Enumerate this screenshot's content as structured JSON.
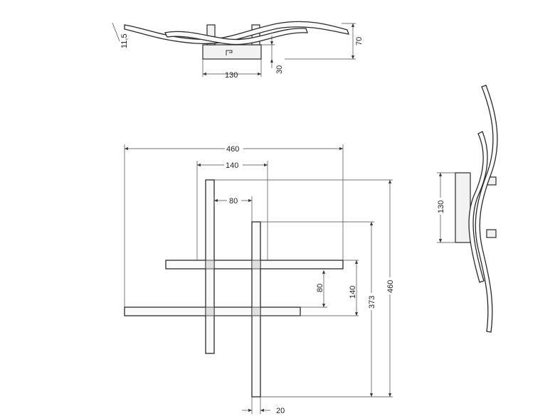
{
  "drawing": {
    "top_view": {
      "dim_thickness": "11,5",
      "dim_height": "70",
      "dim_base_width": "130",
      "dim_base_height": "30"
    },
    "front_view": {
      "dim_total_width": "460",
      "dim_inner_width": "140",
      "dim_offset_80": "80",
      "dim_vert_80": "80",
      "dim_vert_140": "140",
      "dim_vert_373": "373",
      "dim_total_height": "460",
      "dim_bottom_20": "20"
    },
    "side_view": {
      "dim_base_height": "130"
    }
  }
}
